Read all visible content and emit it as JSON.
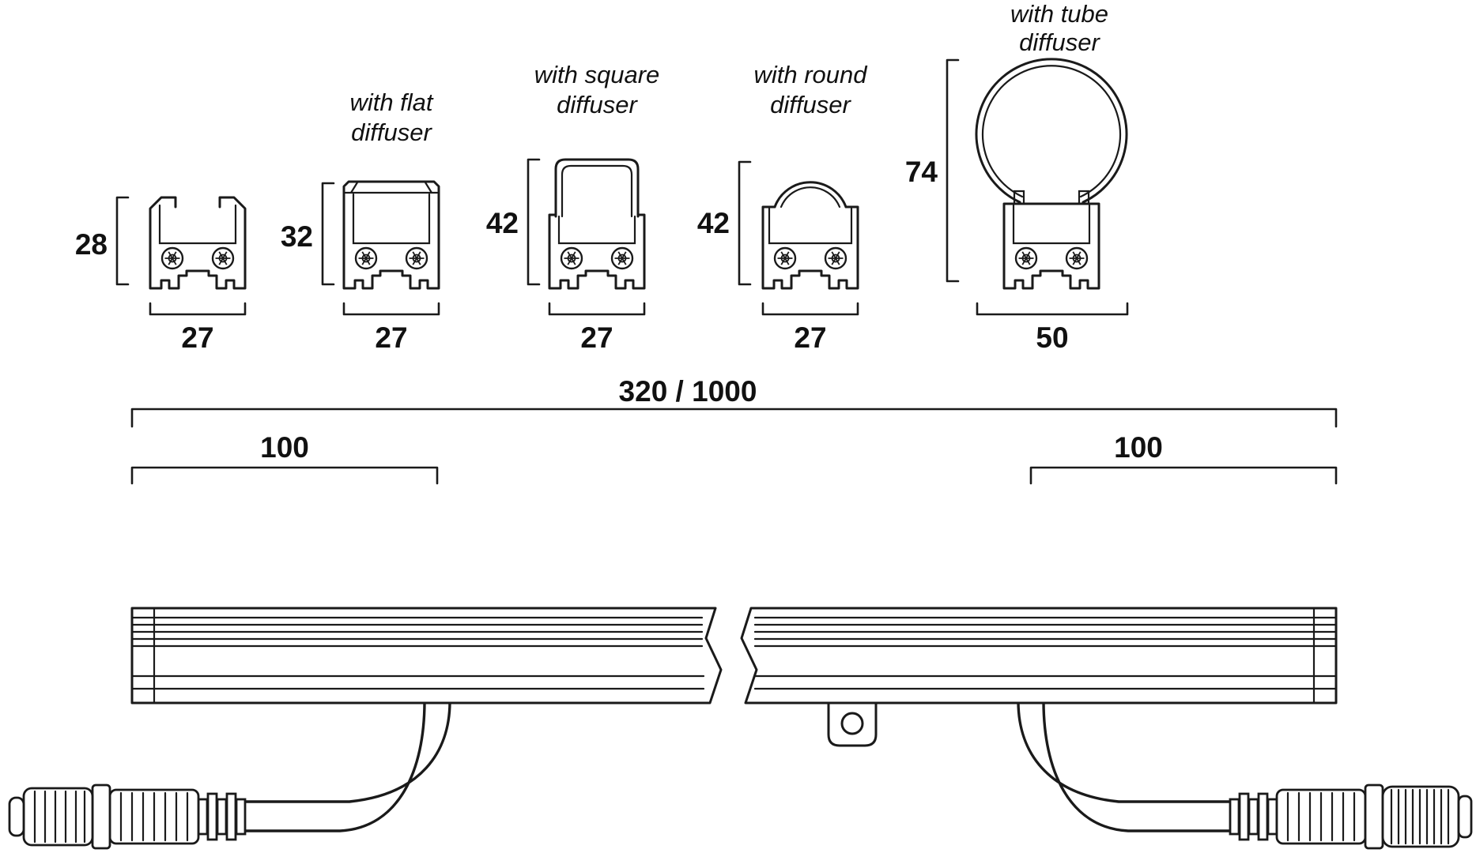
{
  "drawing": {
    "sections": [
      {
        "height": "28",
        "width": "27"
      },
      {
        "title_line1": "with flat",
        "title_line2": "diffuser",
        "height": "32",
        "width": "27"
      },
      {
        "title_line1": "with square",
        "title_line2": "diffuser",
        "height": "42",
        "width": "27"
      },
      {
        "title_line1": "with round",
        "title_line2": "diffuser",
        "height": "42",
        "width": "27"
      },
      {
        "title_line1": "with tube",
        "title_line2": "diffuser",
        "height": "74",
        "width": "50"
      }
    ],
    "side_view": {
      "total_length": "320 / 1000",
      "left_offset": "100",
      "right_offset": "100"
    },
    "colors": {
      "line": "#1a1a1a",
      "background": "#ffffff"
    }
  }
}
